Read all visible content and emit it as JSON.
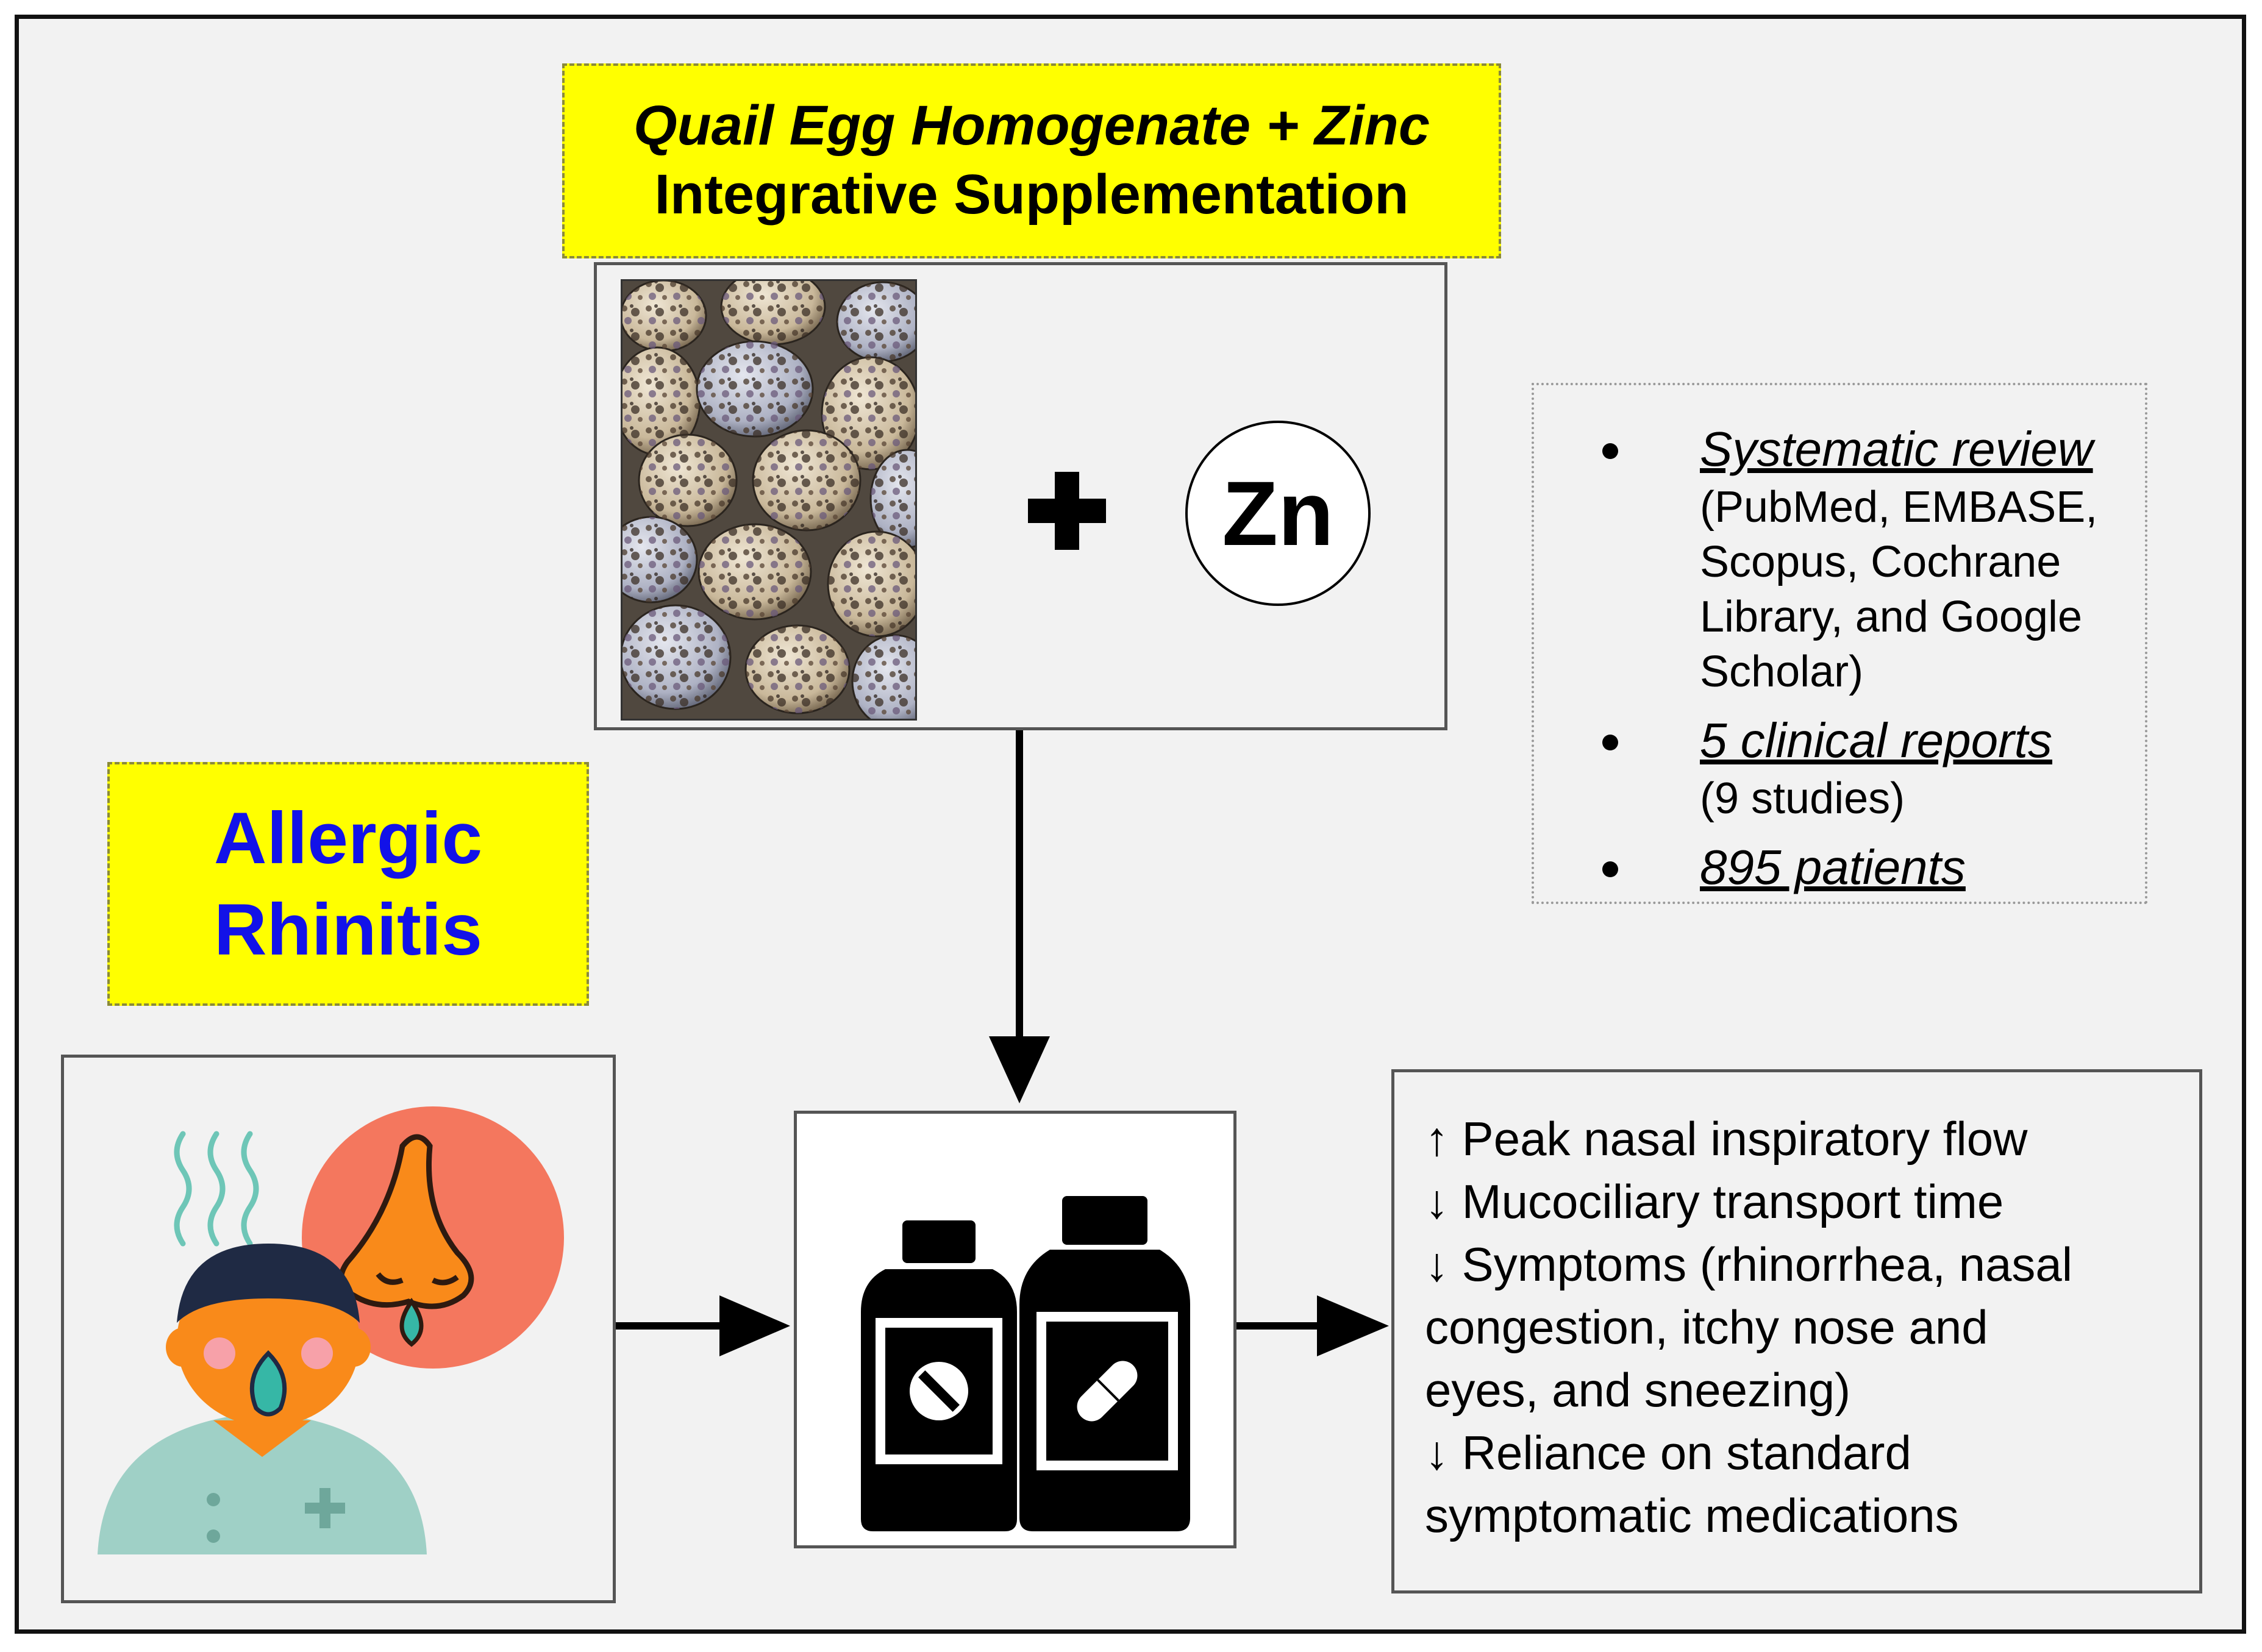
{
  "supplement": {
    "title_line1": "Quail Egg Homogenate + Zinc",
    "title_line2": "Integrative Supplementation",
    "plus_symbol": "+",
    "zinc_symbol": "Zn"
  },
  "condition": {
    "line1": "Allergic",
    "line2": "Rhinitis"
  },
  "review": {
    "items": [
      {
        "main": "Systematic review",
        "detail": "(PubMed, EMBASE, Scopus, Cochrane Library, and Google Scholar)"
      },
      {
        "main": "5 clinical reports",
        "detail": "(9 studies)"
      },
      {
        "main": "895 patients",
        "detail": ""
      }
    ]
  },
  "outcomes": {
    "lines": [
      "↑ Peak nasal inspiratory flow",
      "↓ Mucociliary transport time",
      "↓ Symptoms (rhinorrhea, nasal",
      "congestion, itchy nose and",
      "eyes, and sneezing)",
      "↓ Reliance on standard",
      "symptomatic medications"
    ]
  },
  "colors": {
    "highlight_fill": "#ffff00",
    "condition_text": "#1212e8",
    "nose_bubble": "#f4775e",
    "skin": "#f98a1a",
    "shirt": "#9fd0c6",
    "steam": "#6ec6b7"
  },
  "icons": [
    "quail-eggs-photo",
    "plus-icon",
    "zinc-element-icon",
    "sick-person-icon",
    "runny-nose-icon",
    "medicine-bottles-icon",
    "pill-icon",
    "capsule-icon"
  ]
}
